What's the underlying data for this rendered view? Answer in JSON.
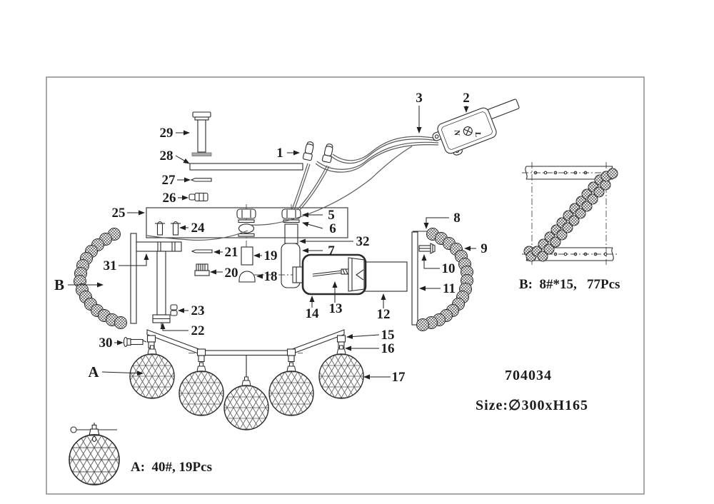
{
  "drawing": {
    "annotations": {
      "model_number": "704034",
      "size_label": "Size:∅300xH165",
      "sample_a_label": "A:  40#, 19Pcs",
      "sample_b_label": "B:  8#*15,   77Pcs"
    },
    "markers": {
      "a": "A",
      "b": "B"
    },
    "connector_box": {
      "n_label": "N",
      "l_label": "L"
    },
    "parts": {
      "p1": "1",
      "p2": "2",
      "p3": "3",
      "p5": "5",
      "p6": "6",
      "p7": "7",
      "p8": "8",
      "p9": "9",
      "p10": "10",
      "p11": "11",
      "p12": "12",
      "p13": "13",
      "p14": "14",
      "p15": "15",
      "p16": "16",
      "p17": "17",
      "p18": "18",
      "p19": "19",
      "p20": "20",
      "p21": "21",
      "p22": "22",
      "p23": "23",
      "p24": "24",
      "p25": "25",
      "p26": "26",
      "p27": "27",
      "p28": "28",
      "p29": "29",
      "p30": "30",
      "p31": "31",
      "p32": "32"
    }
  }
}
